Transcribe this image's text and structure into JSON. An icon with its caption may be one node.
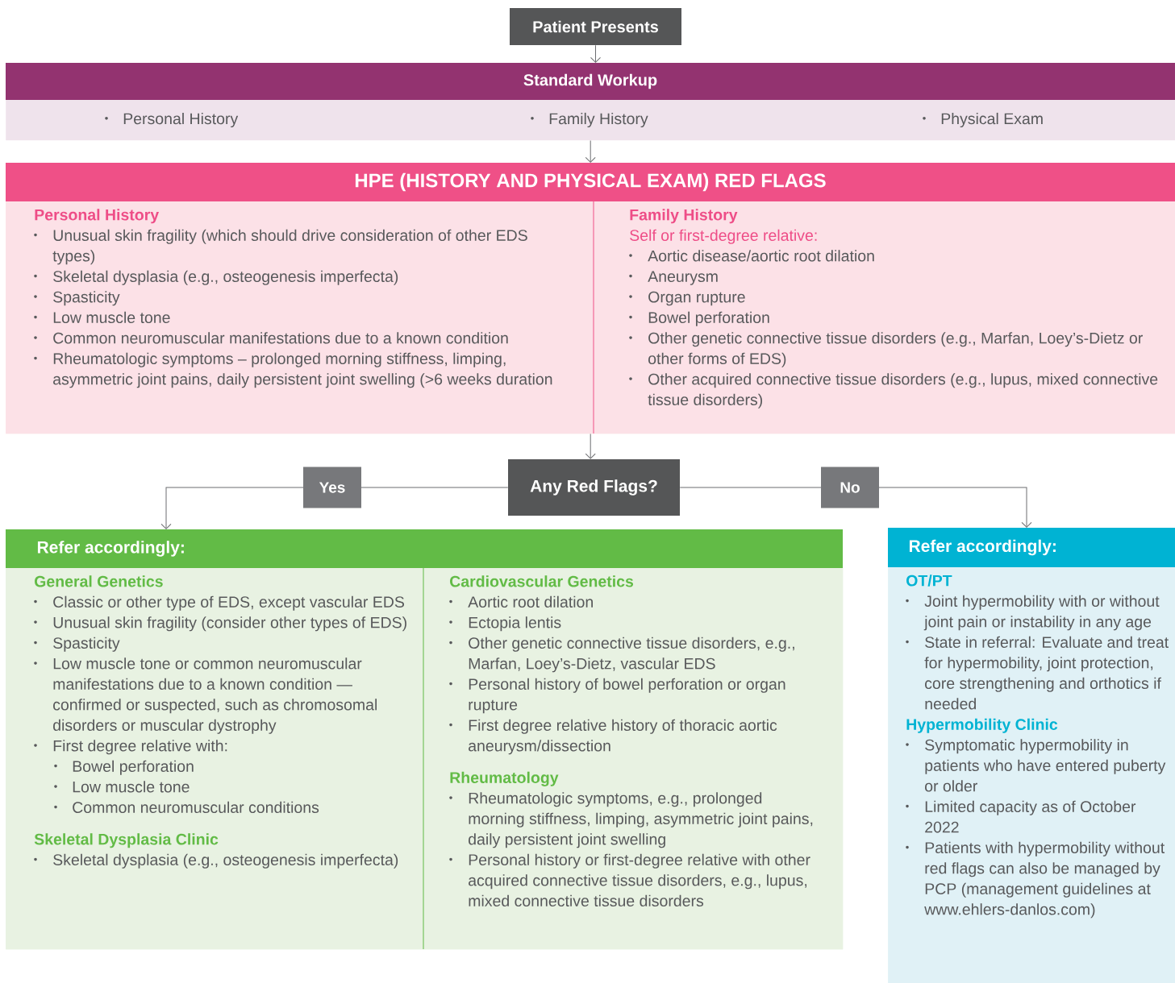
{
  "diagram": {
    "nodes": [
      {
        "text": [
          "Patient Presents"
        ]
      },
      {
        "text": [
          "Standard Workup",
          "Personal History",
          "Family History",
          "Physical Exam"
        ]
      },
      {
        "text": [
          "HPE (HISTORY AND PHYSICAL EXAM) RED FLAGS"
        ]
      },
      {
        "text": [
          "Personal History",
          "Unusual skin fragility (which should drive consideration of other EDS types)",
          "Skeletal dysplasia (e.g., osteogenesis imperfecta)",
          "Spasticity",
          "Low muscle tone",
          "Common neuromuscular manifestations due to a known condition",
          "Rheumatologic symptoms – prolonged morning stiffness, limping, asymmetric joint pains, daily persistent joint swelling (>6 weeks duration"
        ],
        "in": 2
      },
      {
        "text": [
          "Family History",
          "Self or first-degree relative:",
          "Aortic disease/aortic root dilation",
          "Aneurysm",
          "Organ rupture",
          "Bowel perforation",
          "Other genetic connective tissue disorders (e.g., Marfan, Loey’s-Dietz or other forms of EDS)",
          "Other acquired connective tissue disorders (e.g., lupus, mixed connective tissue disorders)"
        ],
        "in": 2
      },
      {
        "text": [
          "Any Red Flags?"
        ]
      },
      {
        "text": [
          "Refer accordingly:"
        ]
      },
      {
        "text": [
          "General Genetics",
          "Classic or other type of EDS, except vascular EDS",
          "Unusual skin fragility (consider other types of EDS)",
          "Spasticity",
          "Low muscle tone or common neuromuscular manifestations due to a known condition — confirmed or suspected, such as chromosomal disorders or muscular dystrophy",
          "First degree relative with:",
          "Bowel perforation",
          "Low muscle tone",
          "Common neuromuscular conditions",
          "Skeletal Dysplasia Clinic",
          "Skeletal dysplasia (e.g., osteogenesis imperfecta)"
        ],
        "in": 6
      },
      {
        "text": [
          "Cardiovascular Genetics",
          "Aortic root dilation",
          "Ectopia lentis",
          "Other genetic connective tissue disorders, e.g., Marfan, Loey’s-Dietz, vascular EDS",
          "Personal history of bowel perforation or organ rupture",
          "First degree relative history of thoracic aortic aneurysm/dissection",
          "Rheumatology",
          "Rheumatologic symptoms, e.g., prolonged morning stiffness, limping, asymmetric joint pains, daily persistent joint swelling",
          "Personal history or first-degree relative with other acquired connective tissue disorders, e.g., lupus, mixed connective tissue disorders"
        ],
        "in": 6
      },
      {
        "text": [
          "Refer accordingly:"
        ]
      },
      {
        "text": [
          "OT/PT",
          "Joint hypermobility with or without joint pain or instability in any age",
          "State in referral: Evaluate and treat for hypermobility, joint protection, core strengthening and orthotics if needed",
          "Hypermobility Clinic",
          "Symptomatic hypermobility in patients who have entered puberty or older",
          "Limited capacity as of October 2022",
          "Patients with hypermobility without red flags can also be managed by PCP (management guidelines at www.ehlers-danlos.com)"
        ],
        "in": 9
      }
    ],
    "edges": [
      {
        "from": 0,
        "to": 1,
        "arrow": "to"
      },
      {
        "from": 1,
        "to": 2,
        "arrow": "to"
      },
      {
        "from": 2,
        "to": 5,
        "arrow": "to"
      },
      {
        "from": 5,
        "to": 6,
        "arrow": "to",
        "label": "Yes"
      },
      {
        "from": 5,
        "to": 9,
        "arrow": "to",
        "label": "No"
      }
    ]
  }
}
